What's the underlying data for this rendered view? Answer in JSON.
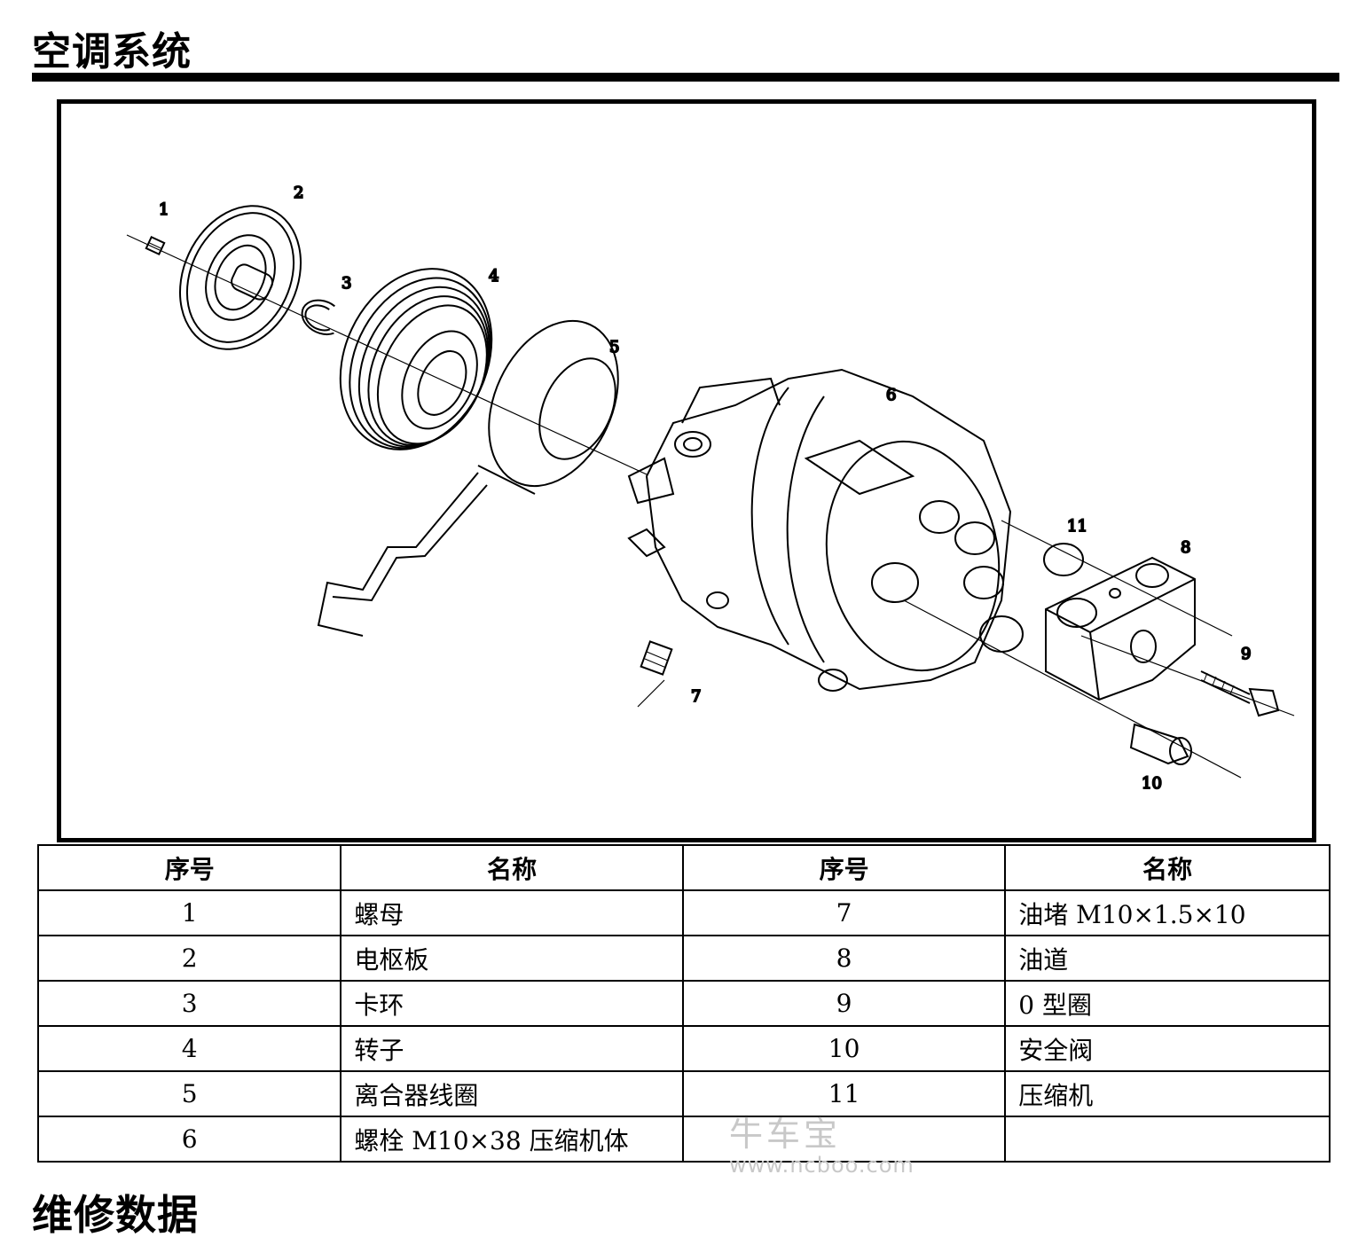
{
  "header": {
    "title": "空调系统"
  },
  "figure": {
    "callouts": [
      "1",
      "2",
      "3",
      "4",
      "5",
      "6",
      "7",
      "8",
      "9",
      "10",
      "11"
    ]
  },
  "table": {
    "headers": [
      "序号",
      "名称",
      "序号",
      "名称"
    ],
    "rows": [
      [
        "1",
        "螺母",
        "7",
        "油堵 M10×1.5×10"
      ],
      [
        "2",
        "电枢板",
        "8",
        "油道"
      ],
      [
        "3",
        "卡环",
        "9",
        "0 型圈"
      ],
      [
        "4",
        "转子",
        "10",
        "安全阀"
      ],
      [
        "5",
        "离合器线圈",
        "11",
        "压缩机"
      ],
      [
        "6",
        "螺栓 M10×38 压缩机体",
        "",
        ""
      ]
    ]
  },
  "watermark": {
    "name": "牛车宝",
    "url": "www.ncboo.com"
  },
  "section": {
    "title": "维修数据"
  }
}
